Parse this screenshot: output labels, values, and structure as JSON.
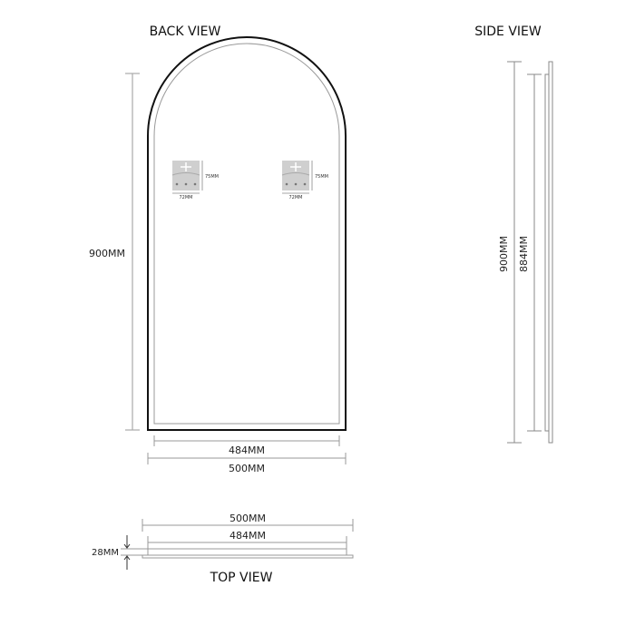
{
  "views": {
    "back": {
      "title": "BACK VIEW",
      "height_label": "900MM",
      "inner_width_label": "484MM",
      "outer_width_label": "500MM",
      "brackets": [
        {
          "width_label": "72MM",
          "height_label": "75MM"
        },
        {
          "width_label": "72MM",
          "height_label": "75MM"
        }
      ]
    },
    "side": {
      "title": "SIDE VIEW",
      "outer_height_label": "900MM",
      "inner_height_label": "884MM"
    },
    "top": {
      "title": "TOP VIEW",
      "outer_width_label": "500MM",
      "inner_width_label": "484MM",
      "depth_label": "28MM"
    }
  },
  "colors": {
    "frame": "#111111",
    "dimension_line": "#999999",
    "bracket_fill": "#cfcfcf"
  }
}
